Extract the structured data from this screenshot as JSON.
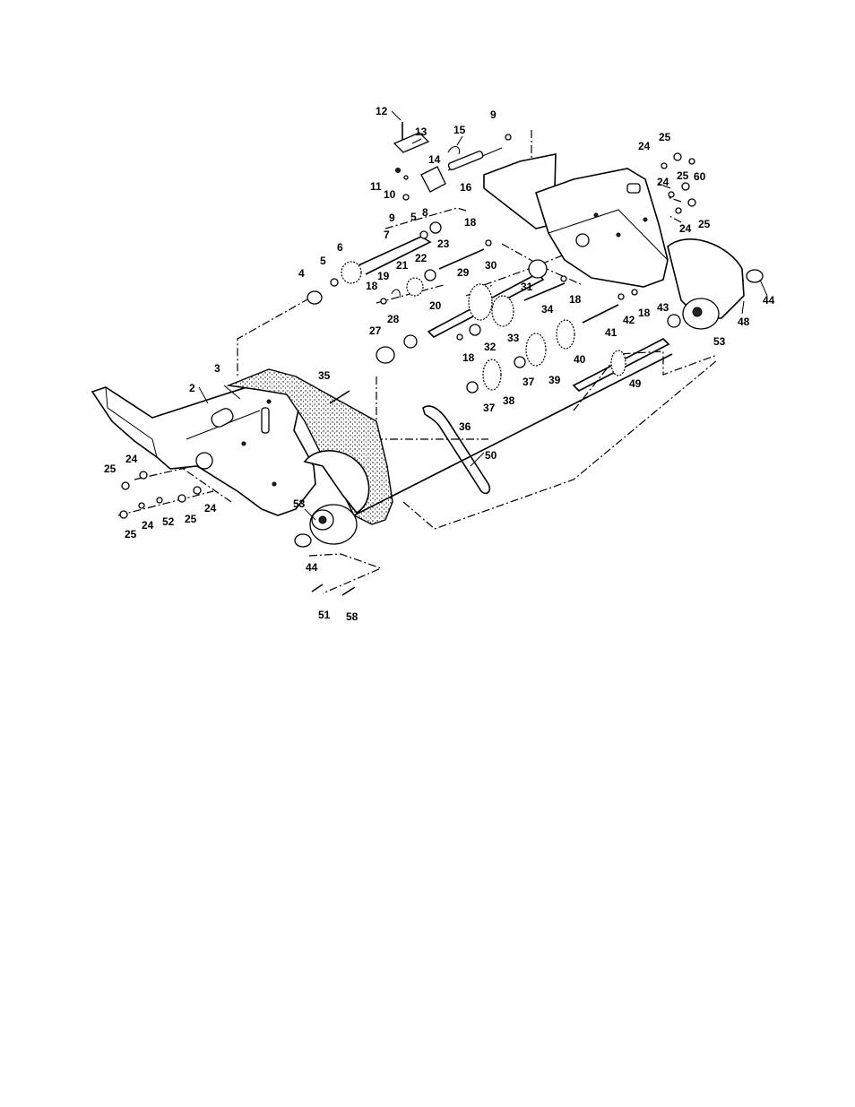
{
  "labels": {
    "p2": "2",
    "p3": "3",
    "p4": "4",
    "p5a": "5",
    "p5b": "5",
    "p6": "6",
    "p7": "7",
    "p8": "8",
    "p9a": "9",
    "p9b": "9",
    "p10": "10",
    "p11": "11",
    "p12": "12",
    "p13": "13",
    "p14": "14",
    "p15": "15",
    "p16": "16",
    "p18a": "18",
    "p18b": "18",
    "p18c": "18",
    "p18d": "18",
    "p18e": "18",
    "p19": "19",
    "p20": "20",
    "p21": "21",
    "p22": "22",
    "p23": "23",
    "p24a": "24",
    "p24b": "24",
    "p24c": "24",
    "p24d": "24",
    "p24e": "24",
    "p24f": "24",
    "p25a": "25",
    "p25b": "25",
    "p25c": "25",
    "p25d": "25",
    "p25e": "25",
    "p25f": "25",
    "p27": "27",
    "p28": "28",
    "p29": "29",
    "p30": "30",
    "p31": "31",
    "p32": "32",
    "p33": "33",
    "p34": "34",
    "p35": "35",
    "p36": "36",
    "p37a": "37",
    "p37b": "37",
    "p38": "38",
    "p39": "39",
    "p40": "40",
    "p41": "41",
    "p42": "42",
    "p43": "43",
    "p44a": "44",
    "p44b": "44",
    "p48": "48",
    "p49": "49",
    "p50": "50",
    "p51": "51",
    "p52": "52",
    "p53a": "53",
    "p53b": "53",
    "p58": "58",
    "p60": "60"
  }
}
